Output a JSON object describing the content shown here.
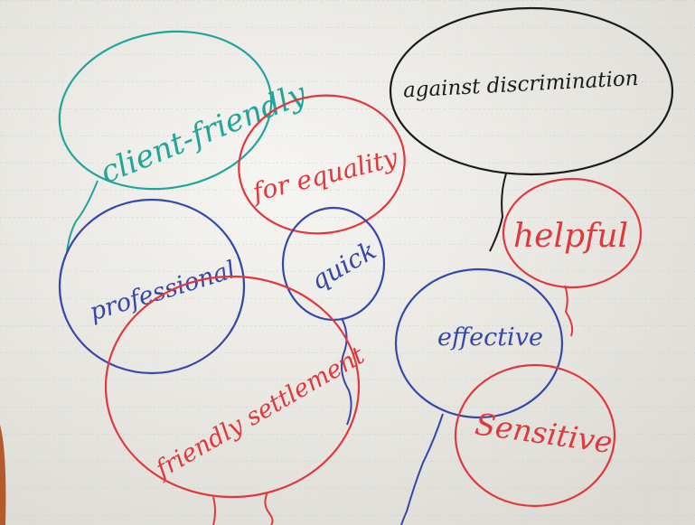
{
  "colors": {
    "paper": "#f1f0ec",
    "grid": "#b8bcc6",
    "teal": "#1fa69a",
    "black": "#1b1b1b",
    "red": "#e0383c",
    "blue": "#3548a8",
    "orange_edge": "#b55a2a"
  },
  "balloons": {
    "client_friendly": "client-friendly",
    "against_discrimination": "against discrimination",
    "for_equality": "for equality",
    "professional": "professional",
    "quick": "quick",
    "helpful": "helpful",
    "friendly_settlement": "friendly settlement",
    "effective": "effective",
    "sensitive": "Sensitive"
  }
}
